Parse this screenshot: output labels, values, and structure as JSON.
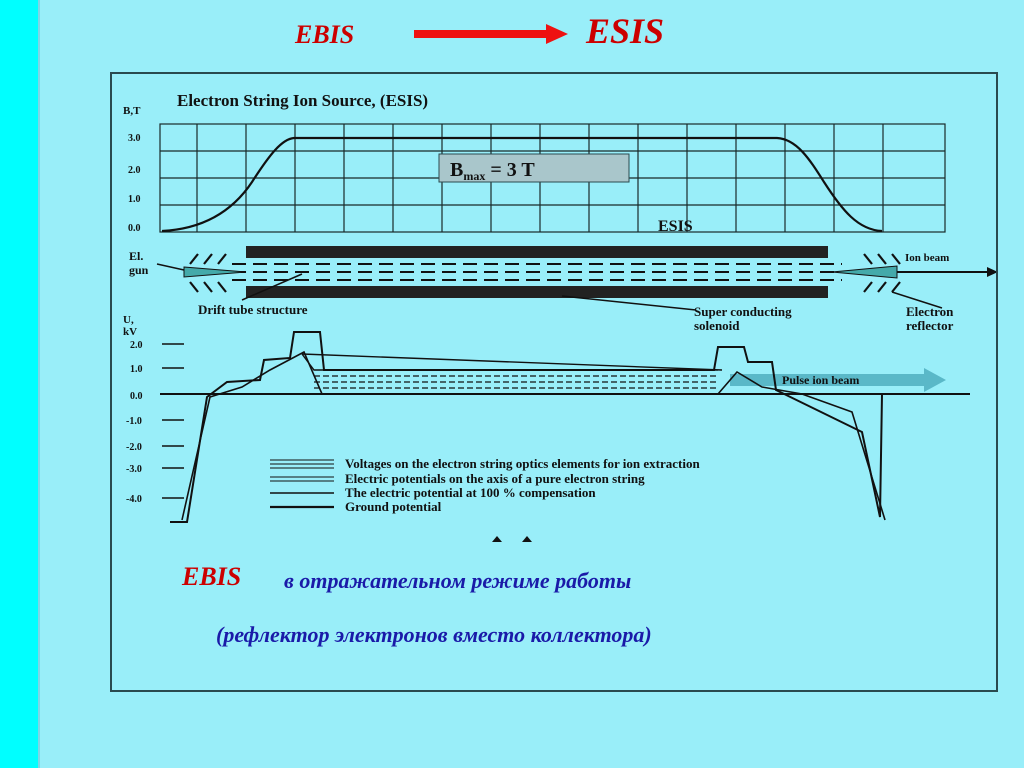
{
  "header": {
    "from_label": "EBIS",
    "to_label": "ESIS",
    "arrow_color": "#ee1111"
  },
  "figure": {
    "title": "Electron String Ion Source, (ESIS)",
    "b_axis": {
      "unit_label": "B,T",
      "ticks": [
        "3.0",
        "2.0",
        "1.0",
        "0.0"
      ]
    },
    "bmax_box": {
      "main": "B",
      "sub": "max",
      "rest": " = 3 T"
    },
    "esis_tag": "ESIS",
    "labels": {
      "el_gun_line1": "El.",
      "el_gun_line2": "gun",
      "ion_beam": "Ion beam",
      "drift_tube": "Drift tube structure",
      "solenoid_line1": "Super conducting",
      "solenoid_line2": "solenoid",
      "reflector_line1": "Electron",
      "reflector_line2": "reflector",
      "pulse_ion_beam": "Pulse ion beam"
    },
    "u_axis": {
      "unit_line1": "U,",
      "unit_line2": "kV",
      "ticks": [
        "2.0",
        "1.0",
        "0.0",
        "-1.0",
        "-2.0",
        "-3.0",
        "-4.0"
      ]
    },
    "legend": [
      "Voltages on the electron string optics elements for ion extraction",
      "Electric potentials on the axis of a pure electron string",
      "The electric potential at 100 % compensation",
      "Ground potential"
    ]
  },
  "caption": {
    "ebis": "EBIS",
    "line1_rest": "в отражательном режиме работы",
    "line2": "(рефлектор электронов вместо коллектора)",
    "ebis_color": "#cc0000",
    "text_color": "#1a1aa8"
  },
  "colors": {
    "background": "#00ffff",
    "panel": "#99eef9",
    "beam_arrow": "#5ab8c8"
  }
}
